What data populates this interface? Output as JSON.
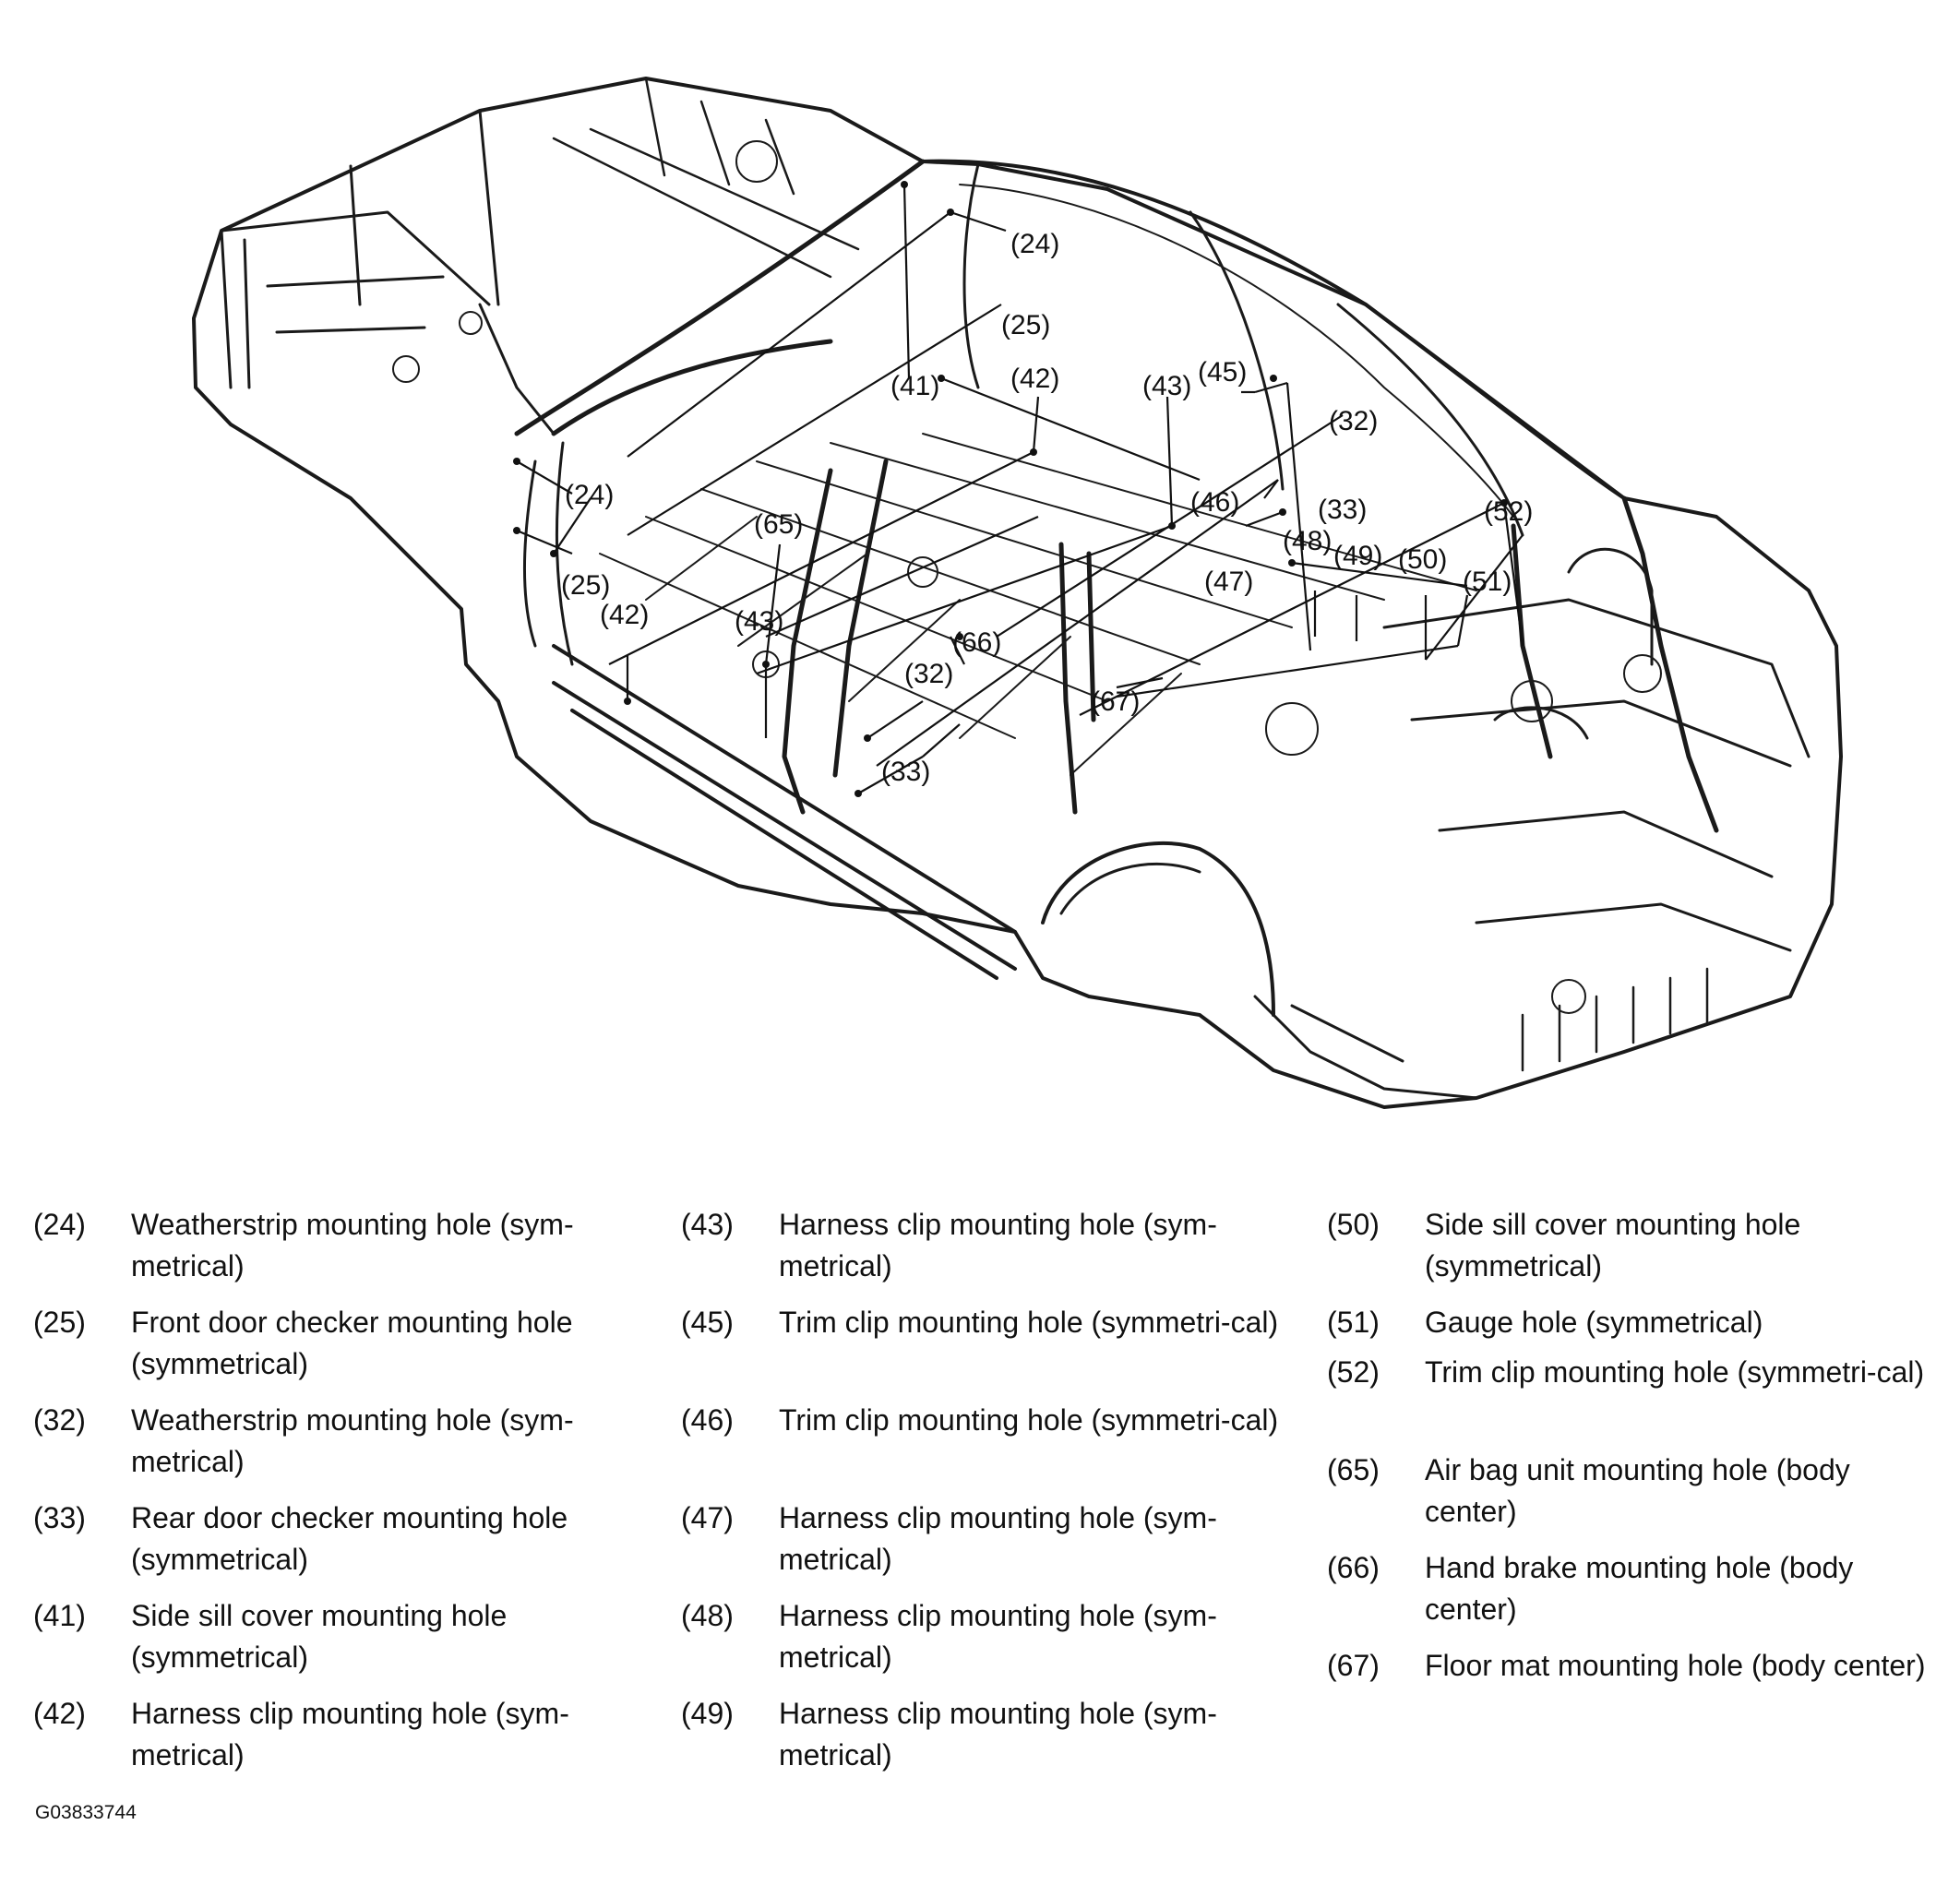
{
  "callouts": {
    "c24_top": "(24)",
    "c25_top": "(25)",
    "c41": "(41)",
    "c42_top": "(42)",
    "c43_top": "(43)",
    "c45": "(45)",
    "c32_top": "(32)",
    "c46": "(46)",
    "c33_top": "(33)",
    "c52": "(52)",
    "c24_left": "(24)",
    "c65": "(65)",
    "c48": "(48)",
    "c49": "(49)",
    "c50": "(50)",
    "c47": "(47)",
    "c51": "(51)",
    "c25_left": "(25)",
    "c42_left": "(42)",
    "c43_mid": "(43)",
    "c66": "(66)",
    "c32_mid": "(32)",
    "c67": "(67)",
    "c33_mid": "(33)"
  },
  "legend": {
    "col1": [
      {
        "num": "(24)",
        "text": "Weatherstrip mounting hole (sym-metrical)"
      },
      {
        "num": "(25)",
        "text": "Front door checker mounting hole (symmetrical)"
      },
      {
        "num": "(32)",
        "text": "Weatherstrip mounting hole (sym-metrical)"
      },
      {
        "num": "(33)",
        "text": "Rear door checker mounting hole (symmetrical)"
      },
      {
        "num": "(41)",
        "text": "Side sill cover mounting hole (symmetrical)"
      },
      {
        "num": "(42)",
        "text": "Harness clip mounting hole (sym-metrical)"
      }
    ],
    "col2": [
      {
        "num": "(43)",
        "text": "Harness clip mounting hole (sym-metrical)"
      },
      {
        "num": "(45)",
        "text": "Trim clip mounting hole (symmetri-cal)"
      },
      {
        "num": "(46)",
        "text": "Trim clip mounting hole (symmetri-cal)"
      },
      {
        "num": "(47)",
        "text": "Harness clip mounting hole (sym-metrical)"
      },
      {
        "num": "(48)",
        "text": "Harness clip mounting hole (sym-metrical)"
      },
      {
        "num": "(49)",
        "text": "Harness clip mounting hole (sym-metrical)"
      }
    ],
    "col3": [
      {
        "num": "(50)",
        "text": "Side sill cover mounting hole (symmetrical)"
      },
      {
        "num": "(51)",
        "text": "Gauge hole (symmetrical)"
      },
      {
        "num": "(52)",
        "text": "Trim clip mounting hole (symmetri-cal)"
      },
      {
        "num": "(65)",
        "text": "Air bag unit mounting hole (body center)"
      },
      {
        "num": "(66)",
        "text": "Hand brake mounting hole (body center)"
      },
      {
        "num": "(67)",
        "text": "Floor mat mounting hole (body center)"
      }
    ]
  },
  "figure_code": "G03833744"
}
